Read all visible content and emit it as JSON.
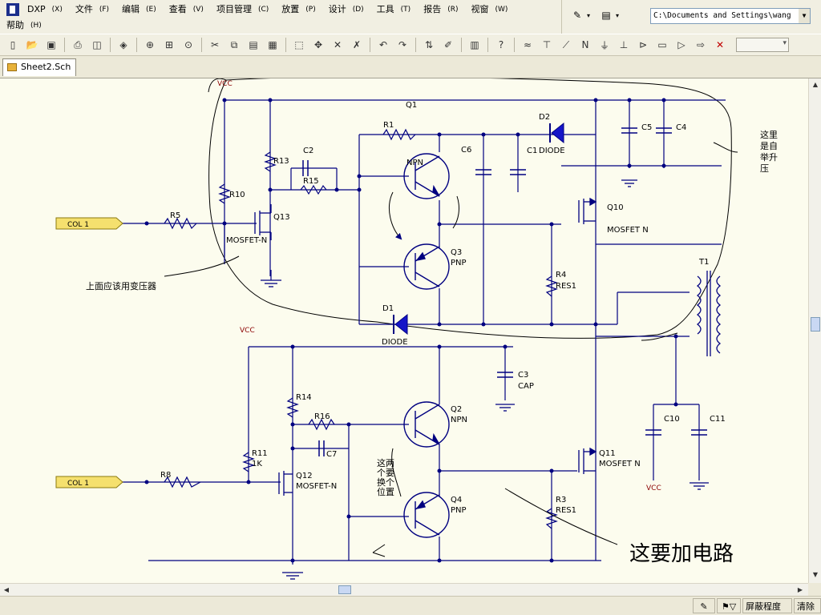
{
  "menu": {
    "row1": [
      {
        "label": "DXP",
        "key": "(X)"
      },
      {
        "label": "文件",
        "key": "(F)"
      },
      {
        "label": "编辑",
        "key": "(E)"
      },
      {
        "label": "查看",
        "key": "(V)"
      },
      {
        "label": "项目管理",
        "key": "(C)"
      },
      {
        "label": "放置",
        "key": "(P)"
      },
      {
        "label": "设计",
        "key": "(D)"
      },
      {
        "label": "工具",
        "key": "(T)"
      },
      {
        "label": "报告",
        "key": "(R)"
      },
      {
        "label": "视窗",
        "key": "(W)"
      }
    ],
    "row2": [
      {
        "label": "帮助",
        "key": "(H)"
      }
    ]
  },
  "path": "C:\\Documents and Settings\\wang",
  "toolbar_icons": [
    "new-icon",
    "open-icon",
    "save-icon",
    "sep",
    "print-icon",
    "preview-icon",
    "sep",
    "layers-icon",
    "sep",
    "zoom-fit-icon",
    "zoom-area-icon",
    "zoom-selected-icon",
    "sep",
    "cut-icon",
    "copy-icon",
    "paste-icon",
    "paste-array-icon",
    "sep",
    "select-area-icon",
    "move-icon",
    "deselect-icon",
    "clear-icon",
    "sep",
    "undo-icon",
    "redo-icon",
    "sep",
    "hierarchy-icon",
    "probe-icon",
    "sep",
    "library-icon",
    "sep",
    "help-icon",
    "sep",
    "wire-icon",
    "bus-icon",
    "bus-entry-icon",
    "net-label-icon",
    "gnd-port-icon",
    "vcc-port-icon",
    "part-icon",
    "sheet-symbol-icon",
    "sheet-entry-icon",
    "port-icon",
    "no-erc-icon"
  ],
  "tab": {
    "label": "Sheet2.Sch"
  },
  "status": {
    "mask": "屏蔽程度",
    "clear": "清除"
  },
  "schematic": {
    "labels": {
      "vcc_top": "VCC",
      "q1": "Q1",
      "r1": "R1",
      "d2": "D2",
      "c5": "C5",
      "c4": "C4",
      "c2": "C2",
      "r13": "R13",
      "r15": "R15",
      "npn_top": "NPN",
      "c6": "C6",
      "c1": "C1",
      "diode_d2": "DIODE",
      "r10": "R10",
      "r5": "R5",
      "q13": "Q13",
      "mosfet_q13": "MOSFET-N",
      "q10": "Q10",
      "mosfet_q10": "MOSFET N",
      "q3": "Q3",
      "pnp_q3": "PNP",
      "r4": "R4",
      "res1_r4": "RES1",
      "t1": "T1",
      "d1": "D1",
      "diode_d1": "DIODE",
      "vcc_mid": "VCC",
      "c3": "C3",
      "cap_c3": "CAP",
      "r14": "R14",
      "r16": "R16",
      "q2": "Q2",
      "npn_q2": "NPN",
      "c7": "C7",
      "r11": "R11",
      "r11_val": "1K",
      "r8": "R8",
      "q12": "Q12",
      "mosfet_q12": "MOSFET-N",
      "q4": "Q4",
      "pnp_q4": "PNP",
      "q11": "Q11",
      "mosfet_q11": "MOSFET N",
      "r3": "R3",
      "res1_r3": "RES1",
      "c10": "C10",
      "c11": "C11",
      "vcc_bottom": "VCC",
      "col1_top": "COL 1",
      "col1_bottom": "COL 1"
    },
    "notes": {
      "transformer": "上面应该用变压器",
      "boost": [
        "这里",
        "是自",
        "举升",
        "压"
      ],
      "swap": [
        "这两",
        "个要",
        "换个",
        "位置"
      ],
      "add_circuit": "这要加电路"
    }
  }
}
